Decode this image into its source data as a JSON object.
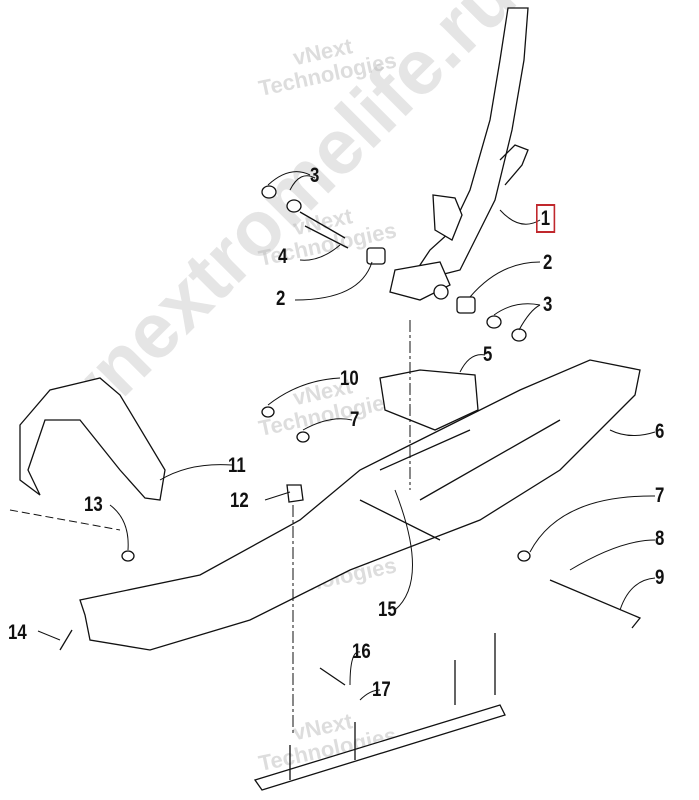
{
  "watermarks": {
    "small": [
      "vNext",
      "Technologies"
    ],
    "large": "vnextromelife.ru"
  },
  "callouts": [
    {
      "id": "3a",
      "text": "3"
    },
    {
      "id": "1",
      "text": "1",
      "highlighted": true
    },
    {
      "id": "4",
      "text": "4"
    },
    {
      "id": "2a",
      "text": "2"
    },
    {
      "id": "2b",
      "text": "2"
    },
    {
      "id": "3b",
      "text": "3"
    },
    {
      "id": "5",
      "text": "5"
    },
    {
      "id": "10",
      "text": "10"
    },
    {
      "id": "7a",
      "text": "7"
    },
    {
      "id": "6",
      "text": "6"
    },
    {
      "id": "11",
      "text": "11"
    },
    {
      "id": "12",
      "text": "12"
    },
    {
      "id": "13",
      "text": "13"
    },
    {
      "id": "7b",
      "text": "7"
    },
    {
      "id": "8",
      "text": "8"
    },
    {
      "id": "9",
      "text": "9"
    },
    {
      "id": "15",
      "text": "15"
    },
    {
      "id": "14",
      "text": "14"
    },
    {
      "id": "16",
      "text": "16"
    },
    {
      "id": "17",
      "text": "17"
    }
  ],
  "colors": {
    "highlight": "#c0282d",
    "line": "#111111"
  }
}
